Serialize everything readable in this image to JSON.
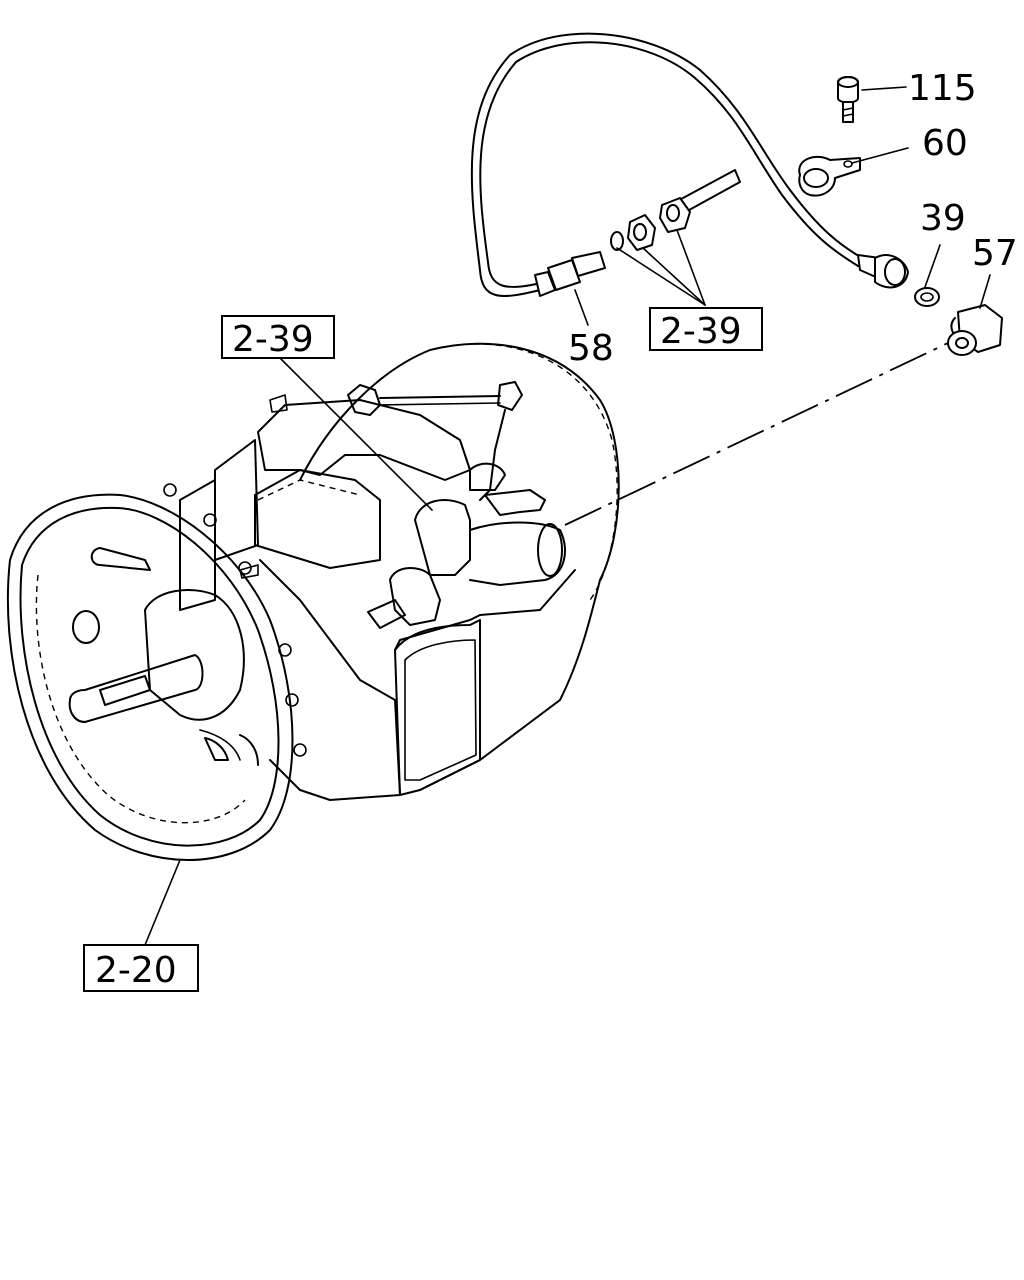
{
  "callouts": {
    "part_115": "115",
    "part_60": "60",
    "part_39": "39",
    "part_57": "57",
    "part_58": "58",
    "ref_a": "2-39",
    "ref_b": "2-39",
    "ref_c": "2-20"
  }
}
